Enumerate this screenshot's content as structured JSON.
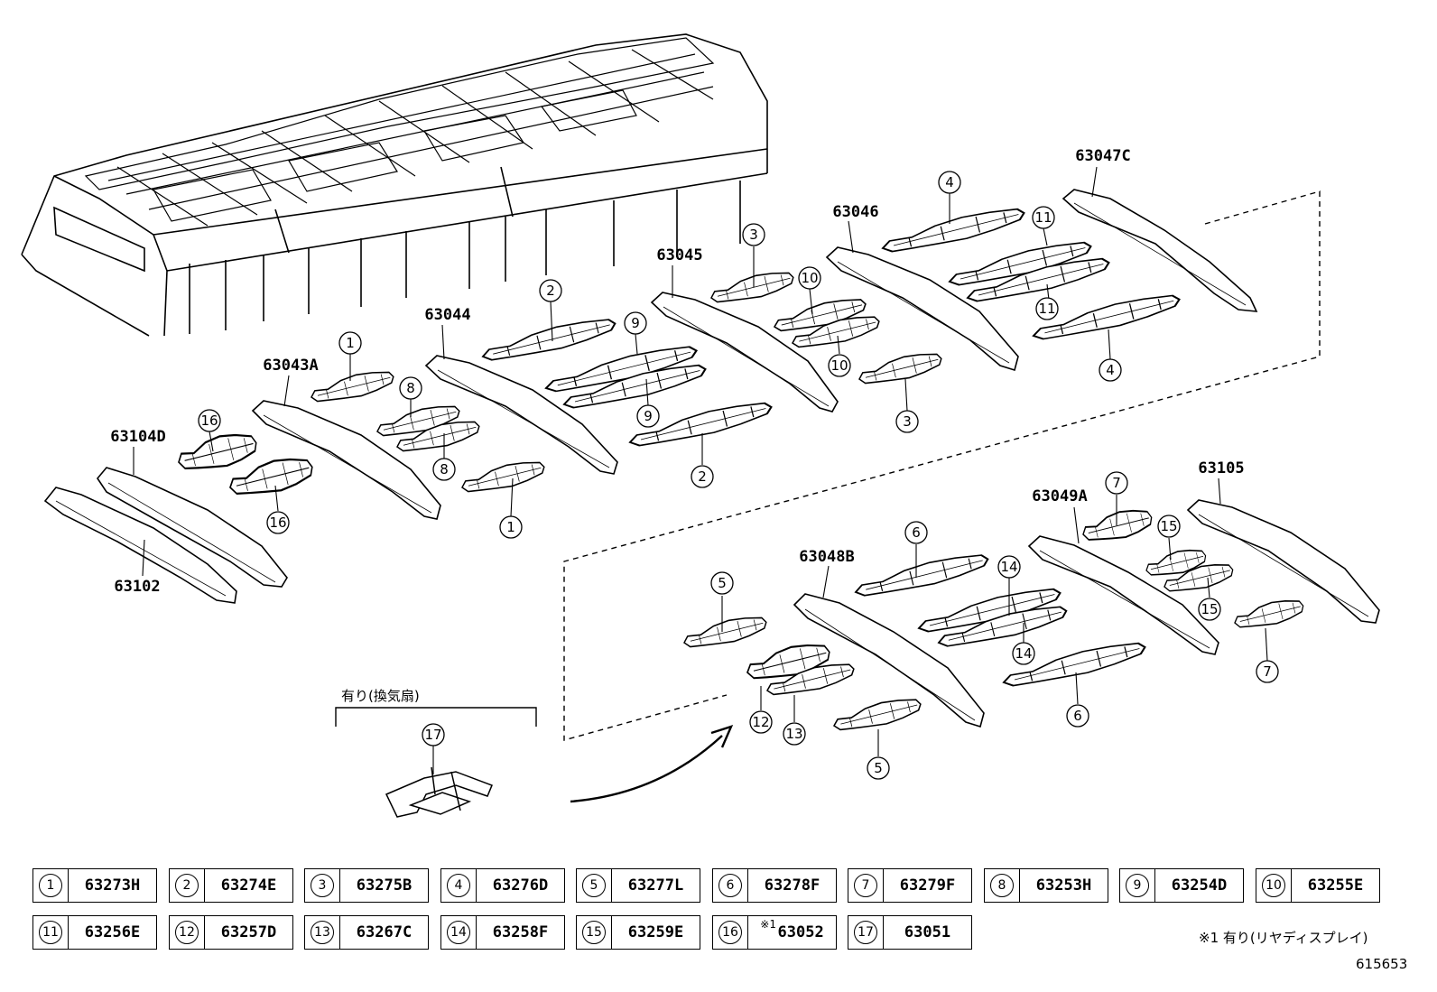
{
  "callouts": [
    {
      "no": "1",
      "label": "①"
    },
    {
      "no": "2",
      "label": "②"
    },
    {
      "no": "3",
      "label": "③"
    },
    {
      "no": "4",
      "label": "④"
    },
    {
      "no": "5",
      "label": "⑤"
    },
    {
      "no": "6",
      "label": "⑥"
    },
    {
      "no": "7",
      "label": "⑦"
    },
    {
      "no": "8",
      "label": "⑧"
    },
    {
      "no": "9",
      "label": "⑨"
    },
    {
      "no": "10",
      "label": "⑩"
    },
    {
      "no": "11",
      "label": "⑪"
    },
    {
      "no": "12",
      "label": "⑫"
    },
    {
      "no": "13",
      "label": "⑬"
    },
    {
      "no": "14",
      "label": "⑭"
    },
    {
      "no": "15",
      "label": "⑮"
    },
    {
      "no": "16",
      "label": "⑯"
    },
    {
      "no": "17",
      "label": "⑰"
    }
  ],
  "direct_parts": [
    "63047C",
    "63046",
    "63045",
    "63044",
    "63043A",
    "63104D",
    "63102",
    "63105",
    "63049A",
    "63048B"
  ],
  "vent_label": "有り(換気扇)",
  "legend": [
    {
      "no": "1",
      "part": "63273H"
    },
    {
      "no": "2",
      "part": "63274E"
    },
    {
      "no": "3",
      "part": "63275B"
    },
    {
      "no": "4",
      "part": "63276D"
    },
    {
      "no": "5",
      "part": "63277L"
    },
    {
      "no": "6",
      "part": "63278F"
    },
    {
      "no": "7",
      "part": "63279F"
    },
    {
      "no": "8",
      "part": "63253H"
    },
    {
      "no": "9",
      "part": "63254D"
    },
    {
      "no": "10",
      "part": "63255E"
    },
    {
      "no": "11",
      "part": "63256E"
    },
    {
      "no": "12",
      "part": "63257D"
    },
    {
      "no": "13",
      "part": "63267C"
    },
    {
      "no": "14",
      "part": "63258F"
    },
    {
      "no": "15",
      "part": "63259E"
    },
    {
      "no": "16",
      "part": "63052",
      "note": "※1"
    },
    {
      "no": "17",
      "part": "63051"
    }
  ],
  "footnote": "※1 有り(リヤディスプレイ)",
  "figure_code": "615653"
}
